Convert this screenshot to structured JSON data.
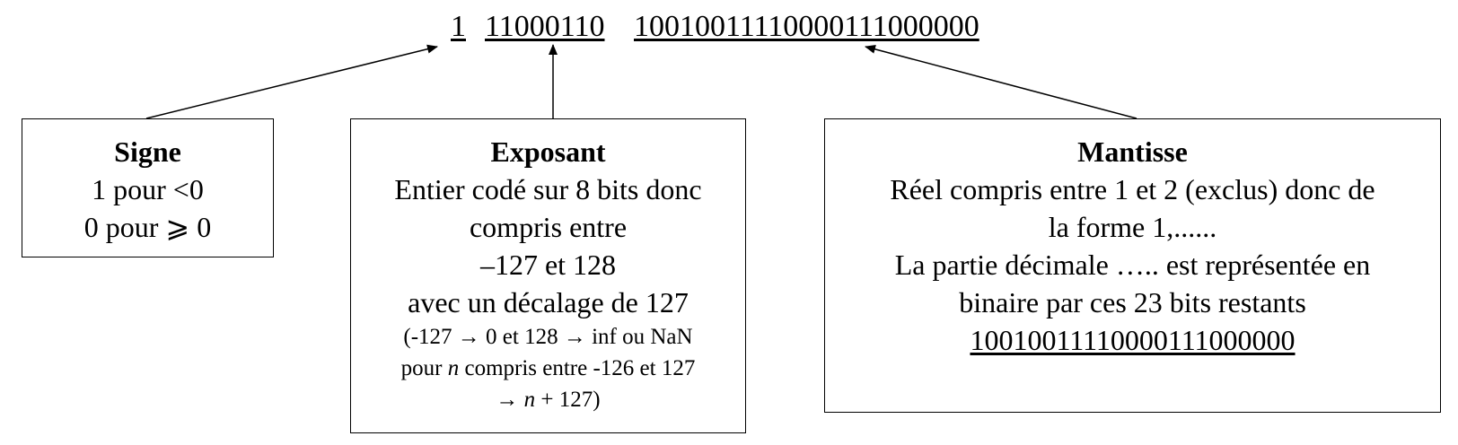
{
  "bits": {
    "sign": "1",
    "exponent": "11000110",
    "mantissa": "10010011110000111000000"
  },
  "sign_box": {
    "title": "Signe",
    "line1": "1 pour <0",
    "line2": "0 pour ⩾ 0"
  },
  "exponent_box": {
    "title": "Exposant",
    "line1": "Entier codé sur 8 bits donc",
    "line2": "compris entre",
    "line3": "–127 et 128",
    "line4": "avec un décalage de 127",
    "note1": "(-127 → 0 et 128 → inf ou NaN",
    "note2_pre": "pour ",
    "note2_var": "n",
    "note2_post": " compris entre -126 et 127",
    "note3_pre": "→ ",
    "note3_var": "n",
    "note3_post": " + 127)"
  },
  "mantissa_box": {
    "title": "Mantisse",
    "line1": "Réel compris entre 1 et 2 (exclus) donc de",
    "line2": "la forme 1,......",
    "line3": "La partie décimale ….. est représentée en",
    "line4": "binaire par ces 23 bits restants",
    "line5": "10010011110000111000000"
  }
}
